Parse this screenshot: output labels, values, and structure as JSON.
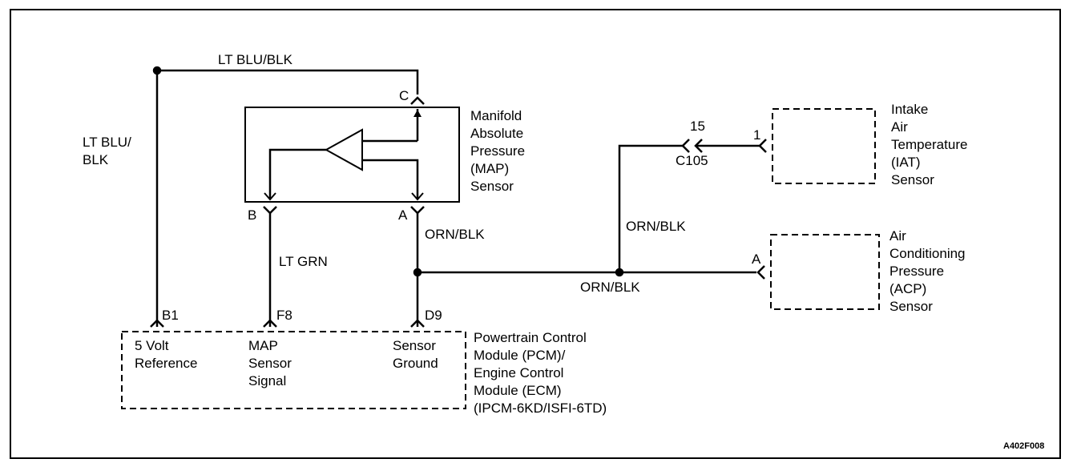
{
  "wires": {
    "top": "LT BLU/BLK",
    "left": "LT BLU/\nBLK",
    "lt_grn": "LT GRN",
    "orn_blk_a": "ORN/BLK",
    "orn_blk_mid": "ORN/BLK",
    "orn_blk_vertical": "ORN/BLK"
  },
  "map_sensor": {
    "name": "Manifold\nAbsolute\nPressure\n(MAP)\nSensor",
    "pin_c": "C",
    "pin_b": "B",
    "pin_a": "A"
  },
  "pcm": {
    "name": "Powertrain Control\nModule (PCM)/\nEngine Control\nModule (ECM)\n(IPCM-6KD/ISFI-6TD)",
    "pin_b1": "B1",
    "pin_f8": "F8",
    "pin_d9": "D9",
    "ref_label": "5 Volt\nReference",
    "map_signal_label": "MAP\nSensor\nSignal",
    "ground_label": "Sensor\nGround"
  },
  "iat_sensor": {
    "name": "Intake\nAir\nTemperature\n(IAT)\nSensor",
    "pin": "1"
  },
  "connector_c105": {
    "pin": "15",
    "name": "C105"
  },
  "acp_sensor": {
    "name": "Air\nConditioning\nPressure\n(ACP)\nSensor",
    "pin": "A"
  },
  "figure_id": "A402F008"
}
